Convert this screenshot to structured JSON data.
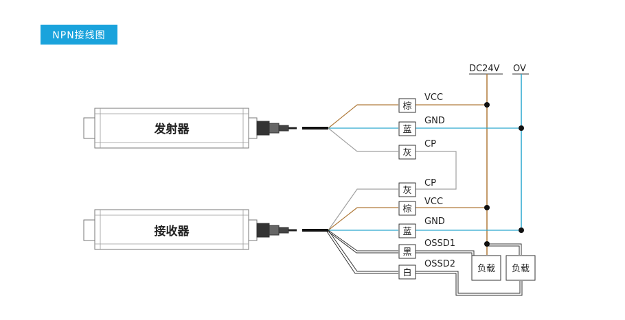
{
  "title": "NPN接线图",
  "devices": {
    "emitter": "发射器",
    "receiver": "接收器"
  },
  "supply": {
    "positive": "DC24V",
    "zero": "OV"
  },
  "emitter_wires": [
    {
      "color_name": "棕",
      "signal": "VCC",
      "line_color": "#b07a3a"
    },
    {
      "color_name": "蓝",
      "signal": "GND",
      "line_color": "#2aa7cf"
    },
    {
      "color_name": "灰",
      "signal": "CP",
      "line_color": "#a0a0a0"
    }
  ],
  "receiver_wires": [
    {
      "color_name": "灰",
      "signal": "CP",
      "line_color": "#a0a0a0"
    },
    {
      "color_name": "棕",
      "signal": "VCC",
      "line_color": "#b07a3a"
    },
    {
      "color_name": "蓝",
      "signal": "GND",
      "line_color": "#2aa7cf"
    },
    {
      "color_name": "黑",
      "signal": "OSSD1",
      "line_color": "#333333"
    },
    {
      "color_name": "白",
      "signal": "OSSD2",
      "line_color": "#333333"
    }
  ],
  "loads": [
    "负载",
    "负载"
  ]
}
